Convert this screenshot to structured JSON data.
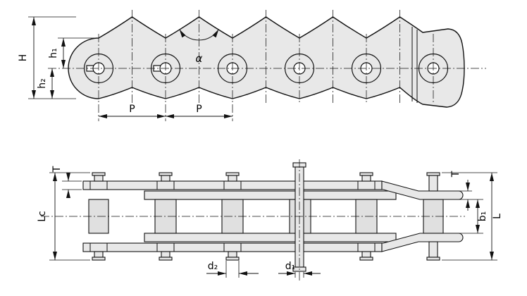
{
  "colors": {
    "plate_fill": "#e8e8e8",
    "roller_fill": "#e0e0e0",
    "line_color": "#111111",
    "dim_color": "#111111",
    "background": "#ffffff"
  },
  "side_view": {
    "labels": {
      "H": "H",
      "h1": "h₁",
      "h2": "h₂",
      "P_left": "P",
      "P_right": "P",
      "alpha": "α"
    }
  },
  "plan_view": {
    "labels": {
      "T_left": "T",
      "Lc": "Lc",
      "d2": "d₂",
      "d1": "d₁",
      "T_right": "T",
      "b1": "b₁",
      "L": "L"
    }
  }
}
